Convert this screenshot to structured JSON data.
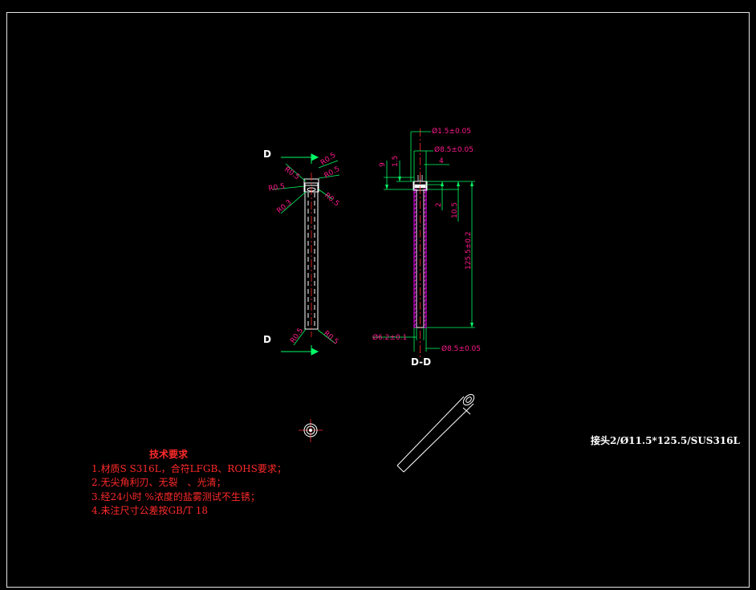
{
  "section": {
    "label_top": "D",
    "label_bottom": "D",
    "view_title": "D-D"
  },
  "dims": {
    "front_r1": "R0.5",
    "front_r2": "R0.5",
    "front_r3": "R0.5",
    "front_r4": "R0.5",
    "front_r5": "R0.5",
    "front_r6": "R0.3",
    "front_r7": "R0.5",
    "front_r8": "R0.5",
    "d_1_5": "Ø1.5±0.05",
    "d_8_5": "Ø8.5±0.05",
    "dim_9": "9",
    "dim_1_5": "1.5",
    "dim_4": "4",
    "dim_2": "2",
    "dim_10_5": "10.5",
    "dim_125_5": "125.5±0.2",
    "d_6_2": "Ø6.2±0.1",
    "d_8_5_bottom": "Ø8.5±0.05"
  },
  "notes": {
    "title": "技术要求",
    "items": [
      "1.材质S S316L，合符LFGB、ROHS要求；",
      "2.无尖角利刃、无裂　、光清；",
      "3.经24小时 %浓度的盐雾测试不生锈；",
      "4.未注尺寸公差按GB/T 18"
    ]
  },
  "part_name": "接头2/Ø11.5*125.5/SUS316L",
  "colors": {
    "background": "#000000",
    "line": "#ffffff",
    "dimension": "#00ff66",
    "annotation": "#ff1a8c",
    "hatch": "#ff00ff",
    "notes": "#ff2a2a"
  }
}
